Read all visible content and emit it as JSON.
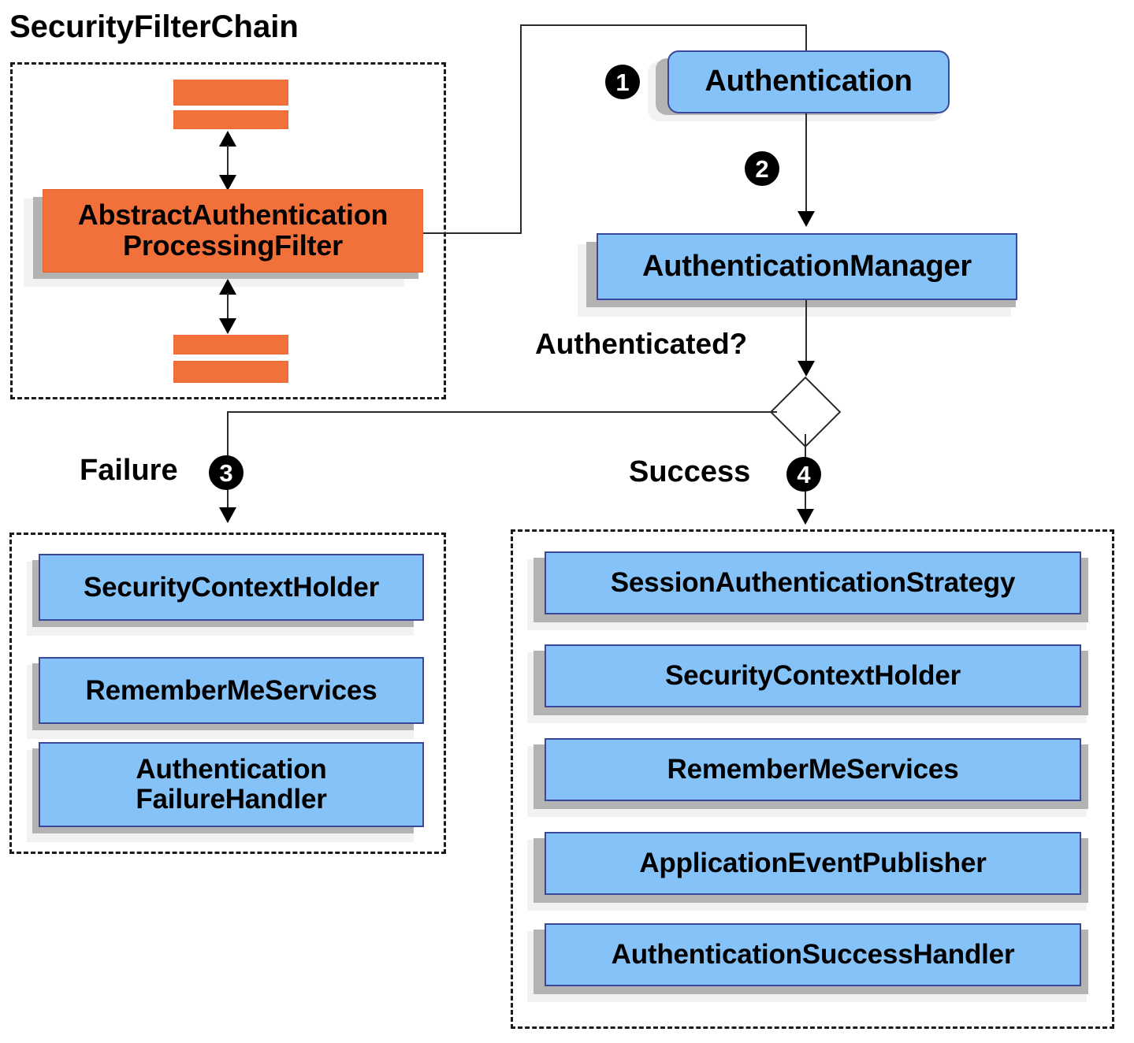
{
  "diagram": {
    "title_label": "SecurityFilterChain",
    "decision_label": "Authenticated?",
    "failure_label": "Failure",
    "success_label": "Success",
    "steps": {
      "one": "1",
      "two": "2",
      "three": "3",
      "four": "4"
    },
    "colors": {
      "orange": "#f2703a",
      "blue": "#85c2f7",
      "blue_border": "#39489c",
      "shadow": "#b3b3b3",
      "line": "#2b2b2b"
    }
  },
  "filter_chain": {
    "filter_box": "AbstractAuthentication\nProcessingFilter",
    "filter_box_line1": "AbstractAuthentication",
    "filter_box_line2": "ProcessingFilter"
  },
  "flow": {
    "authentication": "Authentication",
    "authentication_manager": "AuthenticationManager"
  },
  "failure_branch": {
    "items": [
      {
        "label": "SecurityContextHolder"
      },
      {
        "label": "RememberMeServices"
      },
      {
        "label_line1": "Authentication",
        "label_line2": "FailureHandler"
      }
    ]
  },
  "success_branch": {
    "items": [
      {
        "label": "SessionAuthenticationStrategy"
      },
      {
        "label": "SecurityContextHolder"
      },
      {
        "label": "RememberMeServices"
      },
      {
        "label": "ApplicationEventPublisher"
      },
      {
        "label": "AuthenticationSuccessHandler"
      }
    ]
  }
}
